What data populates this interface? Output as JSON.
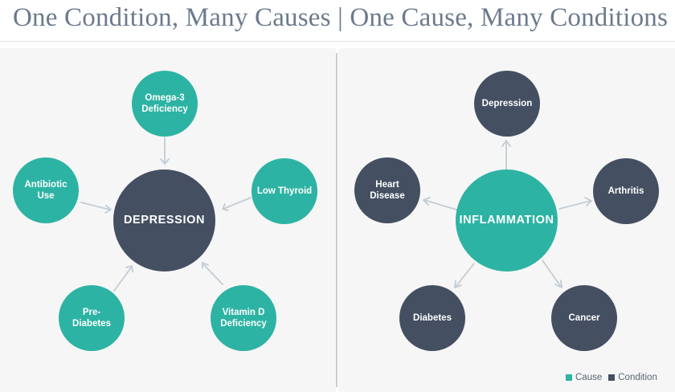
{
  "title": "One Condition, Many Causes | One Cause, Many Conditions",
  "colors": {
    "cause": "#2db3a3",
    "condition": "#444f62",
    "arrow": "#c4ccd4"
  },
  "left": {
    "center": "DEPRESSION",
    "causes": [
      "Omega-3 Deficiency",
      "Low Thyroid",
      "Vitamin D Deficiency",
      "Pre-Diabetes",
      "Antibiotic Use"
    ]
  },
  "right": {
    "center": "INFLAMMATION",
    "conditions": [
      "Depression",
      "Arthritis",
      "Cancer",
      "Diabetes",
      "Heart Disease"
    ]
  },
  "legend": {
    "cause": "Cause",
    "condition": "Condition"
  }
}
